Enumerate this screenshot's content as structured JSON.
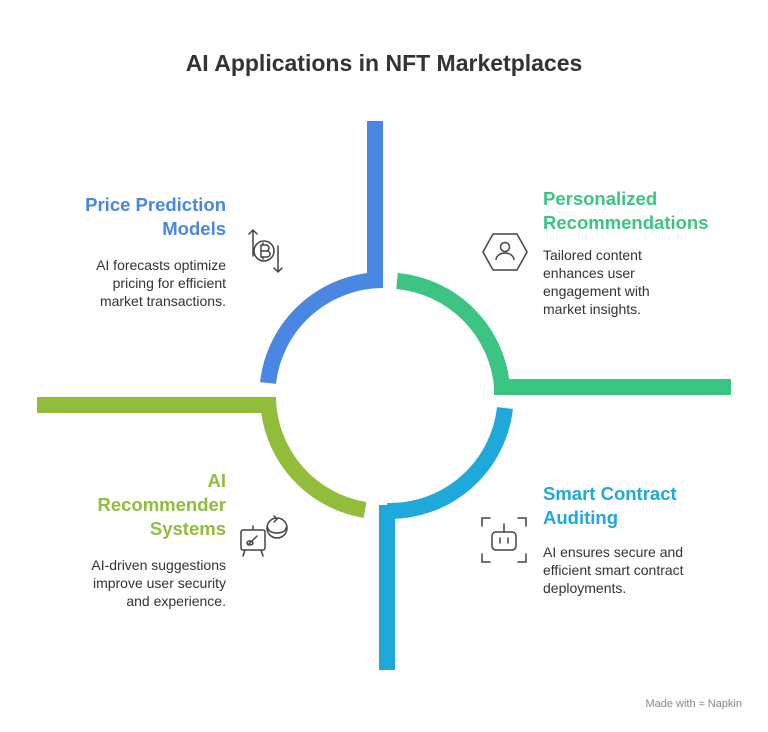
{
  "title": "AI Applications in NFT Marketplaces",
  "colors": {
    "blue": "#4a87e2",
    "green": "#3cc483",
    "cyan": "#1fa9da",
    "lime": "#92bd3a"
  },
  "quadrants": [
    {
      "heading_lines": [
        "Price Prediction",
        "Models"
      ],
      "desc_lines": [
        "AI forecasts optimize",
        "pricing for efficient",
        "market transactions."
      ],
      "icon": "bitcoin-price-arrows-icon"
    },
    {
      "heading_lines": [
        "Personalized",
        "Recommendations"
      ],
      "desc_lines": [
        "Tailored content",
        "enhances user",
        "engagement with",
        "market insights."
      ],
      "icon": "user-hexagon-icon"
    },
    {
      "heading_lines": [
        "AI",
        "Recommender",
        "Systems"
      ],
      "desc_lines": [
        "AI-driven suggestions",
        "improve user security",
        "and experience."
      ],
      "icon": "easel-refresh-icon"
    },
    {
      "heading_lines": [
        "Smart Contract",
        "Auditing"
      ],
      "desc_lines": [
        "AI ensures secure and",
        "efficient smart contract",
        "deployments."
      ],
      "icon": "robot-scan-icon"
    }
  ],
  "footer": {
    "made_with": "Made with",
    "brand": "Napkin"
  }
}
